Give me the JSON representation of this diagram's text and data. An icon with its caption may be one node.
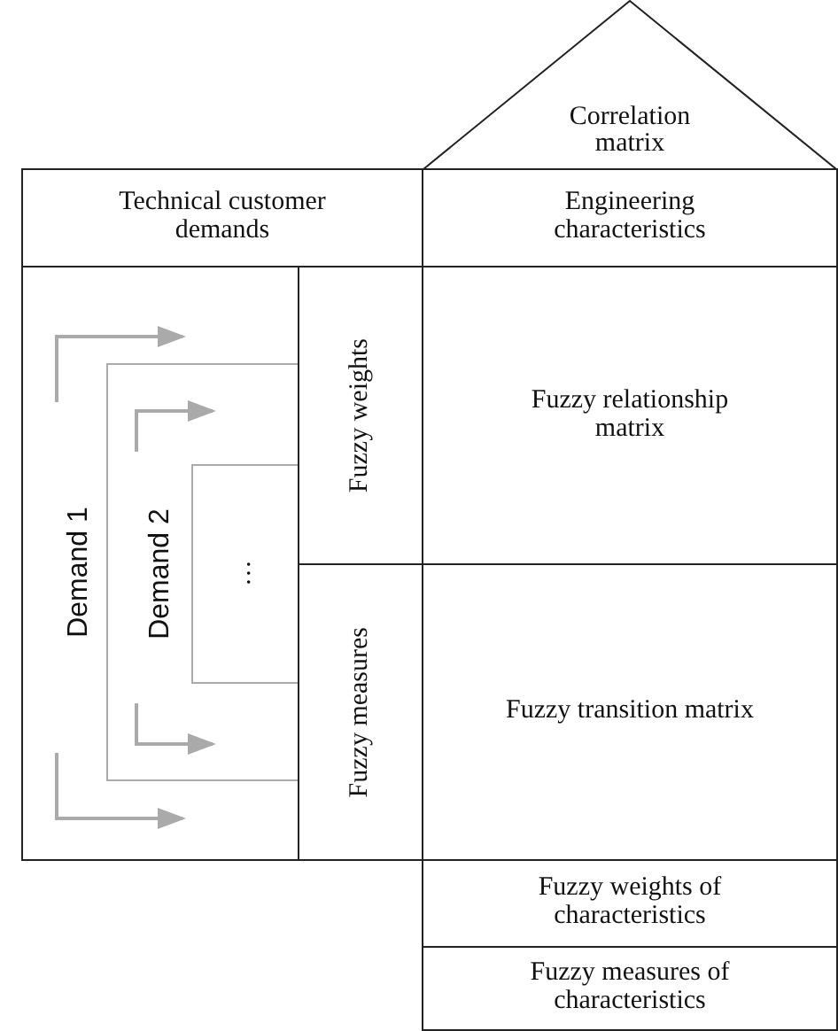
{
  "diagram": {
    "nodes": [
      {
        "text": [
          "Correlation matrix"
        ]
      },
      {
        "text": [
          "Technical customer demands"
        ]
      },
      {
        "text": [
          "Engineering characteristics"
        ]
      },
      {
        "text": [],
        "shape": "box"
      },
      {
        "text": [
          "Demand 1"
        ],
        "in": 3
      },
      {
        "text": [
          "Demand 2"
        ],
        "in": 4
      },
      {
        "text": [
          "…"
        ],
        "in": 5
      },
      {
        "text": [
          "Fuzzy weights"
        ]
      },
      {
        "text": [
          "Fuzzy measures"
        ]
      },
      {
        "text": [
          "Fuzzy relationship matrix"
        ]
      },
      {
        "text": [
          "Fuzzy transition matrix"
        ]
      },
      {
        "text": [
          "Fuzzy weights of characteristics"
        ]
      },
      {
        "text": [
          "Fuzzy measures of characteristics"
        ]
      }
    ]
  }
}
